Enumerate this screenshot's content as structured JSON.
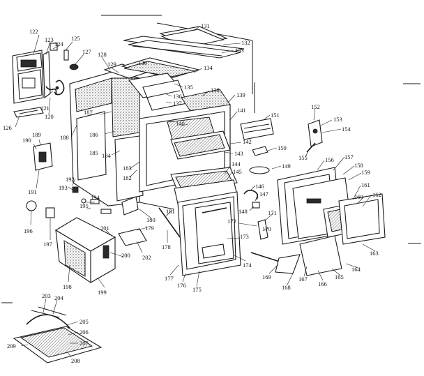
{
  "diagram": {
    "callouts": [
      {
        "id": "c122",
        "label": "122"
      },
      {
        "id": "c123",
        "label": "123"
      },
      {
        "id": "c124",
        "label": "124"
      },
      {
        "id": "c125",
        "label": "125"
      },
      {
        "id": "c127",
        "label": "127"
      },
      {
        "id": "c128",
        "label": "128"
      },
      {
        "id": "c129",
        "label": "129"
      },
      {
        "id": "c130",
        "label": "130"
      },
      {
        "id": "c131",
        "label": "131"
      },
      {
        "id": "c132",
        "label": "132"
      },
      {
        "id": "c133",
        "label": "133"
      },
      {
        "id": "c134",
        "label": "134"
      },
      {
        "id": "c135",
        "label": "135"
      },
      {
        "id": "c136",
        "label": "136"
      },
      {
        "id": "c137",
        "label": "137"
      },
      {
        "id": "c138",
        "label": "138"
      },
      {
        "id": "c139",
        "label": "139"
      },
      {
        "id": "c140",
        "label": "140"
      },
      {
        "id": "c141",
        "label": "141"
      },
      {
        "id": "c142",
        "label": "142"
      },
      {
        "id": "c143",
        "label": "143"
      },
      {
        "id": "c144",
        "label": "144"
      },
      {
        "id": "c145",
        "label": "145"
      },
      {
        "id": "c146",
        "label": "146"
      },
      {
        "id": "c147",
        "label": "147"
      },
      {
        "id": "c148",
        "label": "148"
      },
      {
        "id": "c149",
        "label": "149"
      },
      {
        "id": "c150",
        "label": "150"
      },
      {
        "id": "c151",
        "label": "151"
      },
      {
        "id": "c152",
        "label": "152"
      },
      {
        "id": "c153",
        "label": "153"
      },
      {
        "id": "c154",
        "label": "154"
      },
      {
        "id": "c155",
        "label": "155"
      },
      {
        "id": "c156",
        "label": "156"
      },
      {
        "id": "c157",
        "label": "157"
      },
      {
        "id": "c158",
        "label": "158"
      },
      {
        "id": "c159",
        "label": "159"
      },
      {
        "id": "c160",
        "label": "160"
      },
      {
        "id": "c161",
        "label": "161"
      },
      {
        "id": "c162",
        "label": "162"
      },
      {
        "id": "c163",
        "label": "163"
      },
      {
        "id": "c164",
        "label": "164"
      },
      {
        "id": "c165",
        "label": "165"
      },
      {
        "id": "c166",
        "label": "166"
      },
      {
        "id": "c167",
        "label": "167"
      },
      {
        "id": "c168",
        "label": "168"
      },
      {
        "id": "c169",
        "label": "169"
      },
      {
        "id": "c170",
        "label": "170"
      },
      {
        "id": "c171",
        "label": "171"
      },
      {
        "id": "c172",
        "label": "172"
      },
      {
        "id": "c173",
        "label": "173"
      },
      {
        "id": "c174",
        "label": "174"
      },
      {
        "id": "c175",
        "label": "175"
      },
      {
        "id": "c176",
        "label": "176"
      },
      {
        "id": "c177",
        "label": "177"
      },
      {
        "id": "c178",
        "label": "178"
      },
      {
        "id": "c179",
        "label": "179"
      },
      {
        "id": "c180",
        "label": "180"
      },
      {
        "id": "c181",
        "label": "181"
      },
      {
        "id": "c182",
        "label": "182"
      },
      {
        "id": "c183",
        "label": "183"
      },
      {
        "id": "c184",
        "label": "184"
      },
      {
        "id": "c185",
        "label": "185"
      },
      {
        "id": "c186",
        "label": "186"
      },
      {
        "id": "c187",
        "label": "187"
      },
      {
        "id": "c188",
        "label": "188"
      },
      {
        "id": "c189",
        "label": "189"
      },
      {
        "id": "c190",
        "label": "190"
      },
      {
        "id": "c191",
        "label": "191"
      },
      {
        "id": "c192",
        "label": "192"
      },
      {
        "id": "c193",
        "label": "193"
      },
      {
        "id": "c194",
        "label": "194"
      },
      {
        "id": "c195",
        "label": "195"
      },
      {
        "id": "c196",
        "label": "196"
      },
      {
        "id": "c197",
        "label": "197"
      },
      {
        "id": "c198",
        "label": "198"
      },
      {
        "id": "c199",
        "label": "199"
      },
      {
        "id": "c200",
        "label": "200"
      },
      {
        "id": "c201",
        "label": "201"
      },
      {
        "id": "c202",
        "label": "202"
      },
      {
        "id": "c203",
        "label": "203"
      },
      {
        "id": "c204",
        "label": "204"
      },
      {
        "id": "c205",
        "label": "205"
      },
      {
        "id": "c206",
        "label": "206"
      },
      {
        "id": "c207",
        "label": "207"
      },
      {
        "id": "c208",
        "label": "208"
      },
      {
        "id": "c209",
        "label": "209"
      },
      {
        "id": "c120",
        "label": "120"
      },
      {
        "id": "c121",
        "label": "121"
      },
      {
        "id": "c126",
        "label": "126"
      }
    ]
  }
}
